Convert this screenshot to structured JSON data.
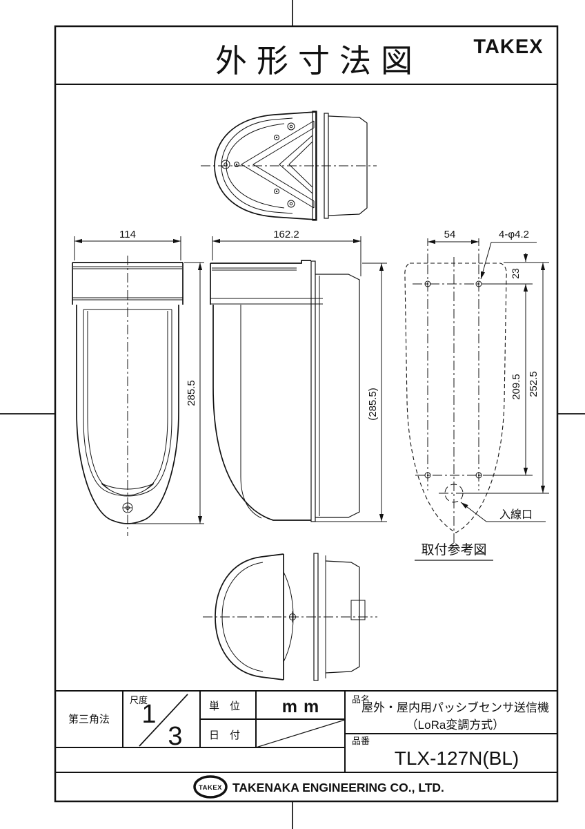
{
  "page": {
    "title": "外形寸法図",
    "brand": "TAKEX"
  },
  "dimensions": {
    "front_width": "114",
    "side_depth": "162.2",
    "front_height": "285.5",
    "side_height": "(285.5)",
    "mount_hole_span": "54",
    "mount_holes": "4-φ4.2",
    "mount_top_offset": "23",
    "mount_hole_pitch": "209.5",
    "mount_total_height": "252.5"
  },
  "labels": {
    "cable_entry": "入線口",
    "mounting_ref": "取付参考図"
  },
  "title_block": {
    "projection": "第三角法",
    "scale_label": "尺度",
    "scale_numerator": "1",
    "scale_denominator": "3",
    "unit_label": "単　位",
    "unit_value": "mm",
    "date_label": "日　付",
    "name_label": "品名",
    "product_name_line1": "屋外・屋内用パッシブセンサ送信機",
    "product_name_line2": "（LoRa変調方式）",
    "number_label": "品番",
    "product_number": "TLX-127N(BL)"
  },
  "footer": {
    "logo": "TAKEX",
    "company": "TAKENAKA ENGINEERING CO., LTD."
  },
  "colors": {
    "line": "#111111",
    "background": "#ffffff"
  }
}
